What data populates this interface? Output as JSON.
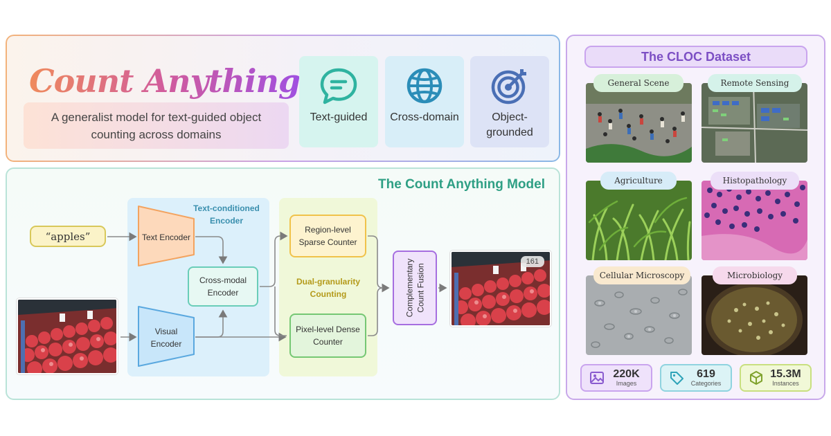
{
  "hero": {
    "title": "Count Anything",
    "subtitle": "A generalist model for text-guided object counting across domains",
    "features": [
      {
        "label": "Text-guided",
        "icon": "chat-bubble-icon",
        "color": "#2fb3a0"
      },
      {
        "label": "Cross-domain",
        "icon": "globe-icon",
        "color": "#2b8db8"
      },
      {
        "label": "Object-grounded",
        "icon": "target-icon",
        "color": "#4a6fb5"
      }
    ]
  },
  "model": {
    "title": "The Count Anything Model",
    "prompt": "“apples”",
    "text_encoder": "Text Encoder",
    "visual_encoder": "Visual Encoder",
    "text_conditioned_encoder": "Text-conditioned Encoder",
    "cross_modal_encoder": "Cross-modal Encoder",
    "dual_granularity": "Dual-granularity Counting",
    "region_counter": "Region-level Sparse Counter",
    "pixel_counter": "Pixel-level Dense Counter",
    "fusion": "Complementary Count Fusion",
    "count_result": "161"
  },
  "dataset": {
    "title": "The CLOC Dataset",
    "domains": [
      {
        "label": "General Scene",
        "color": "#d7f0da"
      },
      {
        "label": "Remote Sensing",
        "color": "#d5f2ea"
      },
      {
        "label": "Agriculture",
        "color": "#d7ecf8"
      },
      {
        "label": "Histopathology",
        "color": "#ecdff8"
      },
      {
        "label": "Cellular Microscopy",
        "color": "#f9e9cf"
      },
      {
        "label": "Microbiology",
        "color": "#f6d9ec"
      }
    ],
    "stats": [
      {
        "value": "220K",
        "caption": "Images",
        "icon": "image-icon",
        "bg": "#efe2fb",
        "border": "#c9a4ee"
      },
      {
        "value": "619",
        "caption": "Categories",
        "icon": "tag-icon",
        "bg": "#dcf3f6",
        "border": "#8fd3df"
      },
      {
        "value": "15.3M",
        "caption": "Instances",
        "icon": "cube-icon",
        "bg": "#f1f8d7",
        "border": "#c8df7f"
      }
    ]
  }
}
